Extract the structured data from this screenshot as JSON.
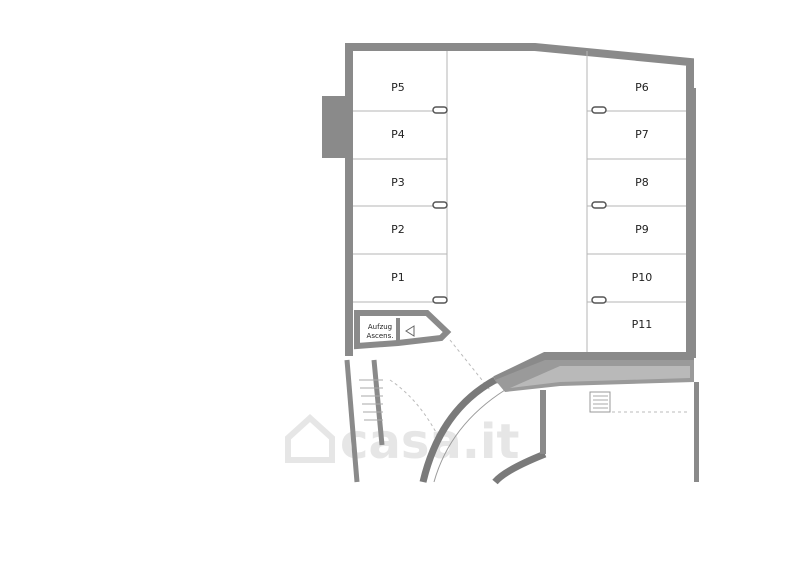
{
  "plan": {
    "spaces_left": [
      "P5",
      "P4",
      "P3",
      "P2",
      "P1"
    ],
    "spaces_right": [
      "P6",
      "P7",
      "P8",
      "P9",
      "P10",
      "P11"
    ],
    "elevator_label_line1": "Aufzug",
    "elevator_label_line2": "Ascens.",
    "watermark": "casa.it"
  },
  "colors": {
    "wall": "#8a8a8a",
    "wall_dark": "#6e6e6e",
    "line": "#b5b5b5",
    "watermark": "#e6e6e6"
  }
}
